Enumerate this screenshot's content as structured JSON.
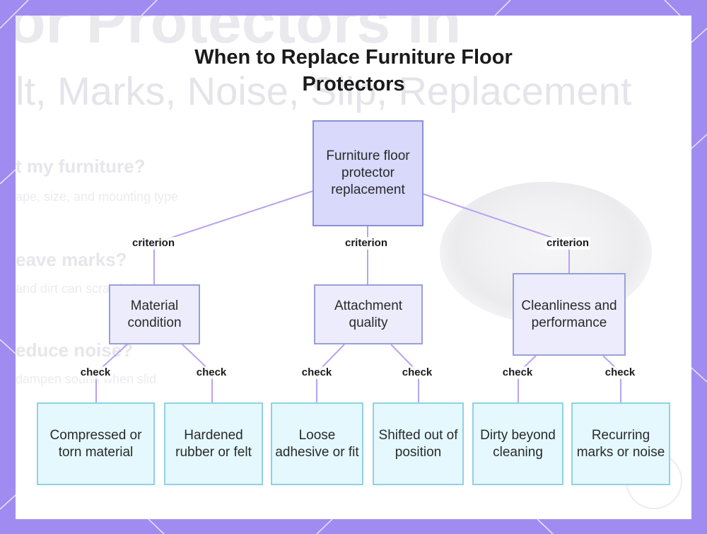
{
  "title": "When to Replace Furniture Floor Protectors",
  "background": {
    "line1": "or Protectors in",
    "line2": "lt, Marks, Noise, Slip, Replacement",
    "q1": "t my furniture?",
    "q1_sub": "ape, size, and mounting type",
    "q2": "eave marks?",
    "q2_sub": "and dirt can scratch floors.",
    "q3": "educe noise?",
    "q3_sub": "dampen sound when slid"
  },
  "colors": {
    "frame": "#a08cf0",
    "edge": "#b9a2f0",
    "root_fill": "#d8d9fb",
    "leaf_fill": "#e4f8fd"
  },
  "diagram": {
    "root": "Furniture floor protector replacement",
    "criteria_label": "criterion",
    "check_label": "check",
    "branches": [
      {
        "name": "Material condition",
        "leaves": [
          "Compressed or torn material",
          "Hardened rubber or felt"
        ]
      },
      {
        "name": "Attachment quality",
        "leaves": [
          "Loose adhesive or fit",
          "Shifted out of position"
        ]
      },
      {
        "name": "Cleanliness and performance",
        "leaves": [
          "Dirty beyond cleaning",
          "Recurring marks or noise"
        ]
      }
    ]
  }
}
